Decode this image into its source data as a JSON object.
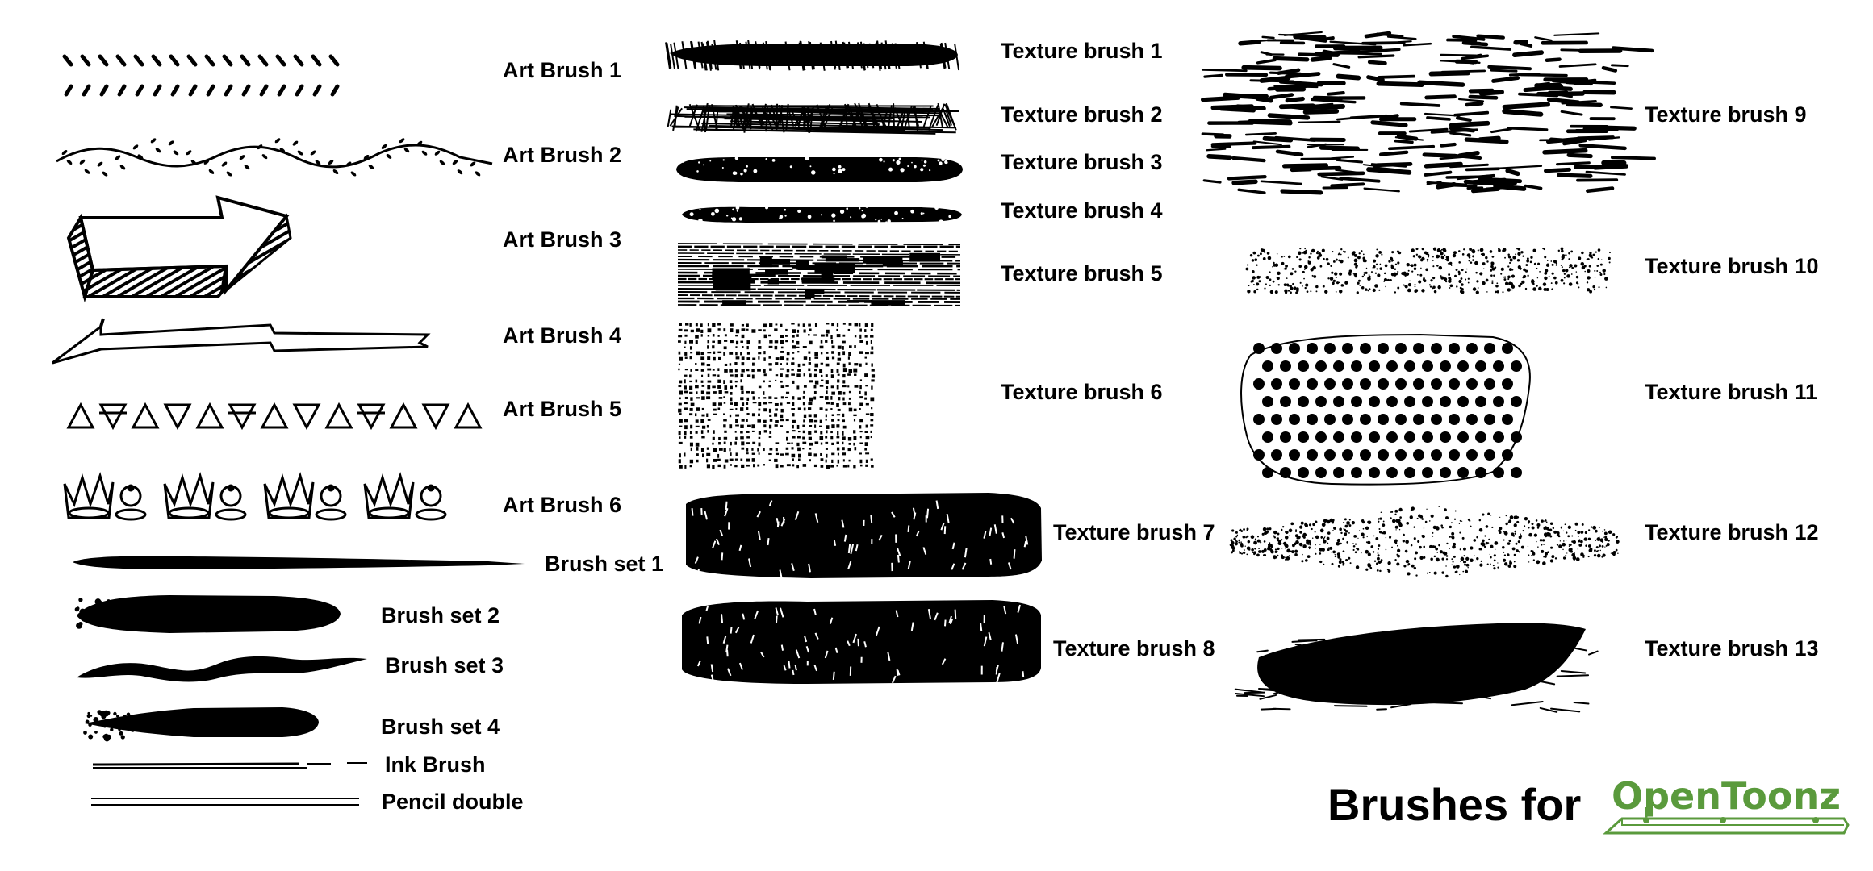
{
  "colors": {
    "ink": "#000000",
    "background": "#ffffff",
    "brand_green": "#5a9a3c"
  },
  "brushes": {
    "art_1": "Art Brush 1",
    "art_2": "Art Brush 2",
    "art_3": "Art Brush 3",
    "art_4": "Art Brush 4",
    "art_5": "Art Brush 5",
    "art_6": "Art Brush 6",
    "set_1": "Brush set 1",
    "set_2": "Brush set 2",
    "set_3": "Brush set 3",
    "set_4": "Brush set 4",
    "ink": "Ink Brush",
    "pencil_double": "Pencil double",
    "texture_1": "Texture brush 1",
    "texture_2": "Texture brush 2",
    "texture_3": "Texture brush 3",
    "texture_4": "Texture brush 4",
    "texture_5": "Texture brush 5",
    "texture_6": "Texture brush 6",
    "texture_7": "Texture brush 7",
    "texture_8": "Texture brush 8",
    "texture_9": "Texture brush 9",
    "texture_10": "Texture brush 10",
    "texture_11": "Texture brush 11",
    "texture_12": "Texture brush 12",
    "texture_13": "Texture brush 13"
  },
  "footer": {
    "title": "Brushes for",
    "logo_text": "OpenToonz",
    "logo_icon": "opentoonz-logo"
  }
}
